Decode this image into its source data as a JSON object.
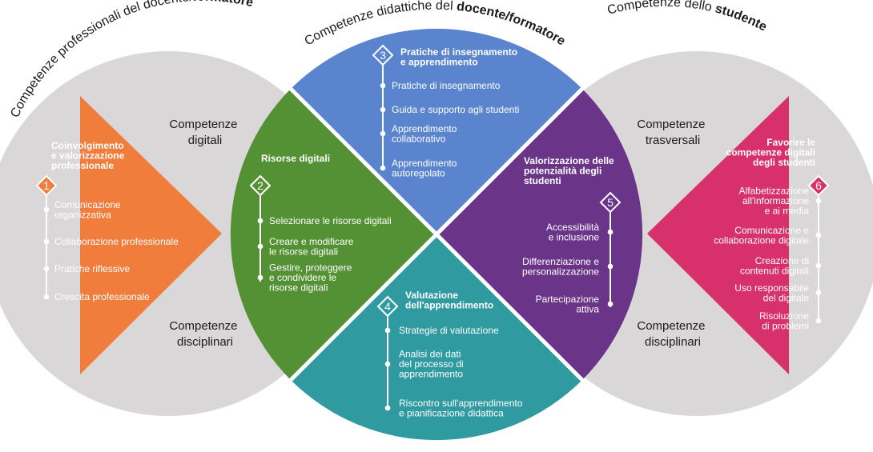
{
  "arcs": {
    "left": {
      "plain": "Competenze professionali del docente/",
      "bold": "formatore"
    },
    "center": {
      "plain": "Competenze didattiche del ",
      "bold": "docente/formatore"
    },
    "right": {
      "plain": "Competenze dello ",
      "bold": "studente"
    }
  },
  "side_labels": {
    "left_top": [
      "Competenze",
      "digitali"
    ],
    "left_bottom": [
      "Competenze",
      "disciplinari"
    ],
    "right_top": [
      "Competenze",
      "trasversali"
    ],
    "right_bottom": [
      "Competenze",
      "disciplinari"
    ]
  },
  "areas": [
    {
      "number": "1",
      "color": "#f07d3c",
      "title": [
        "Coinvolgimento",
        "e valorizzazione",
        "professionale"
      ],
      "items": [
        [
          "Comunicazione",
          "organizzativa"
        ],
        [
          "Collaborazione professionale"
        ],
        [
          "Pratiche riflessive"
        ],
        [
          "Crescita professionale"
        ]
      ]
    },
    {
      "number": "2",
      "color": "#549134",
      "title": [
        "Risorse digitali"
      ],
      "items": [
        [
          "Selezionare le risorse digitali"
        ],
        [
          "Creare e modificare",
          "le risorse digitali"
        ],
        [
          "Gestire, proteggere",
          "e condividere le",
          "risorse digitali"
        ]
      ]
    },
    {
      "number": "3",
      "color": "#5b84cf",
      "title": [
        "Pratiche di insegnamento",
        "e apprendimento"
      ],
      "items": [
        [
          "Pratiche di insegnamento"
        ],
        [
          "Guida e supporto agli studenti"
        ],
        [
          "Apprendimento",
          "collaborativo"
        ],
        [
          "Apprendimento",
          "autoregolato"
        ]
      ]
    },
    {
      "number": "4",
      "color": "#2f9ba0",
      "title": [
        "Valutazione",
        "dell'apprendimento"
      ],
      "items": [
        [
          "Strategie di valutazione"
        ],
        [
          "Analisi dei dati",
          "del processo di",
          "apprendimento"
        ],
        [
          "Riscontro sull'apprendimento",
          "e pianificazione didattica"
        ]
      ]
    },
    {
      "number": "5",
      "color": "#6a3588",
      "title": [
        "Valorizzazione delle",
        "potenzialità degli",
        "studenti"
      ],
      "items": [
        [
          "Accessibilità",
          "e inclusione"
        ],
        [
          "Differenziazione e",
          "personalizzazione"
        ],
        [
          "Partecipazione",
          "attiva"
        ]
      ]
    },
    {
      "number": "6",
      "color": "#d7306a",
      "title": [
        "Favorire le",
        "competenze digitali",
        "degli studenti"
      ],
      "items": [
        [
          "Alfabetizzazione",
          "all'informazione",
          "e ai media"
        ],
        [
          "Comunicazione e",
          "collaborazione digitale"
        ],
        [
          "Creazione di",
          "contenuti digitali"
        ],
        [
          "Uso responsabile",
          "del digitale"
        ],
        [
          "Risoluzione",
          "di problemi"
        ]
      ]
    }
  ]
}
